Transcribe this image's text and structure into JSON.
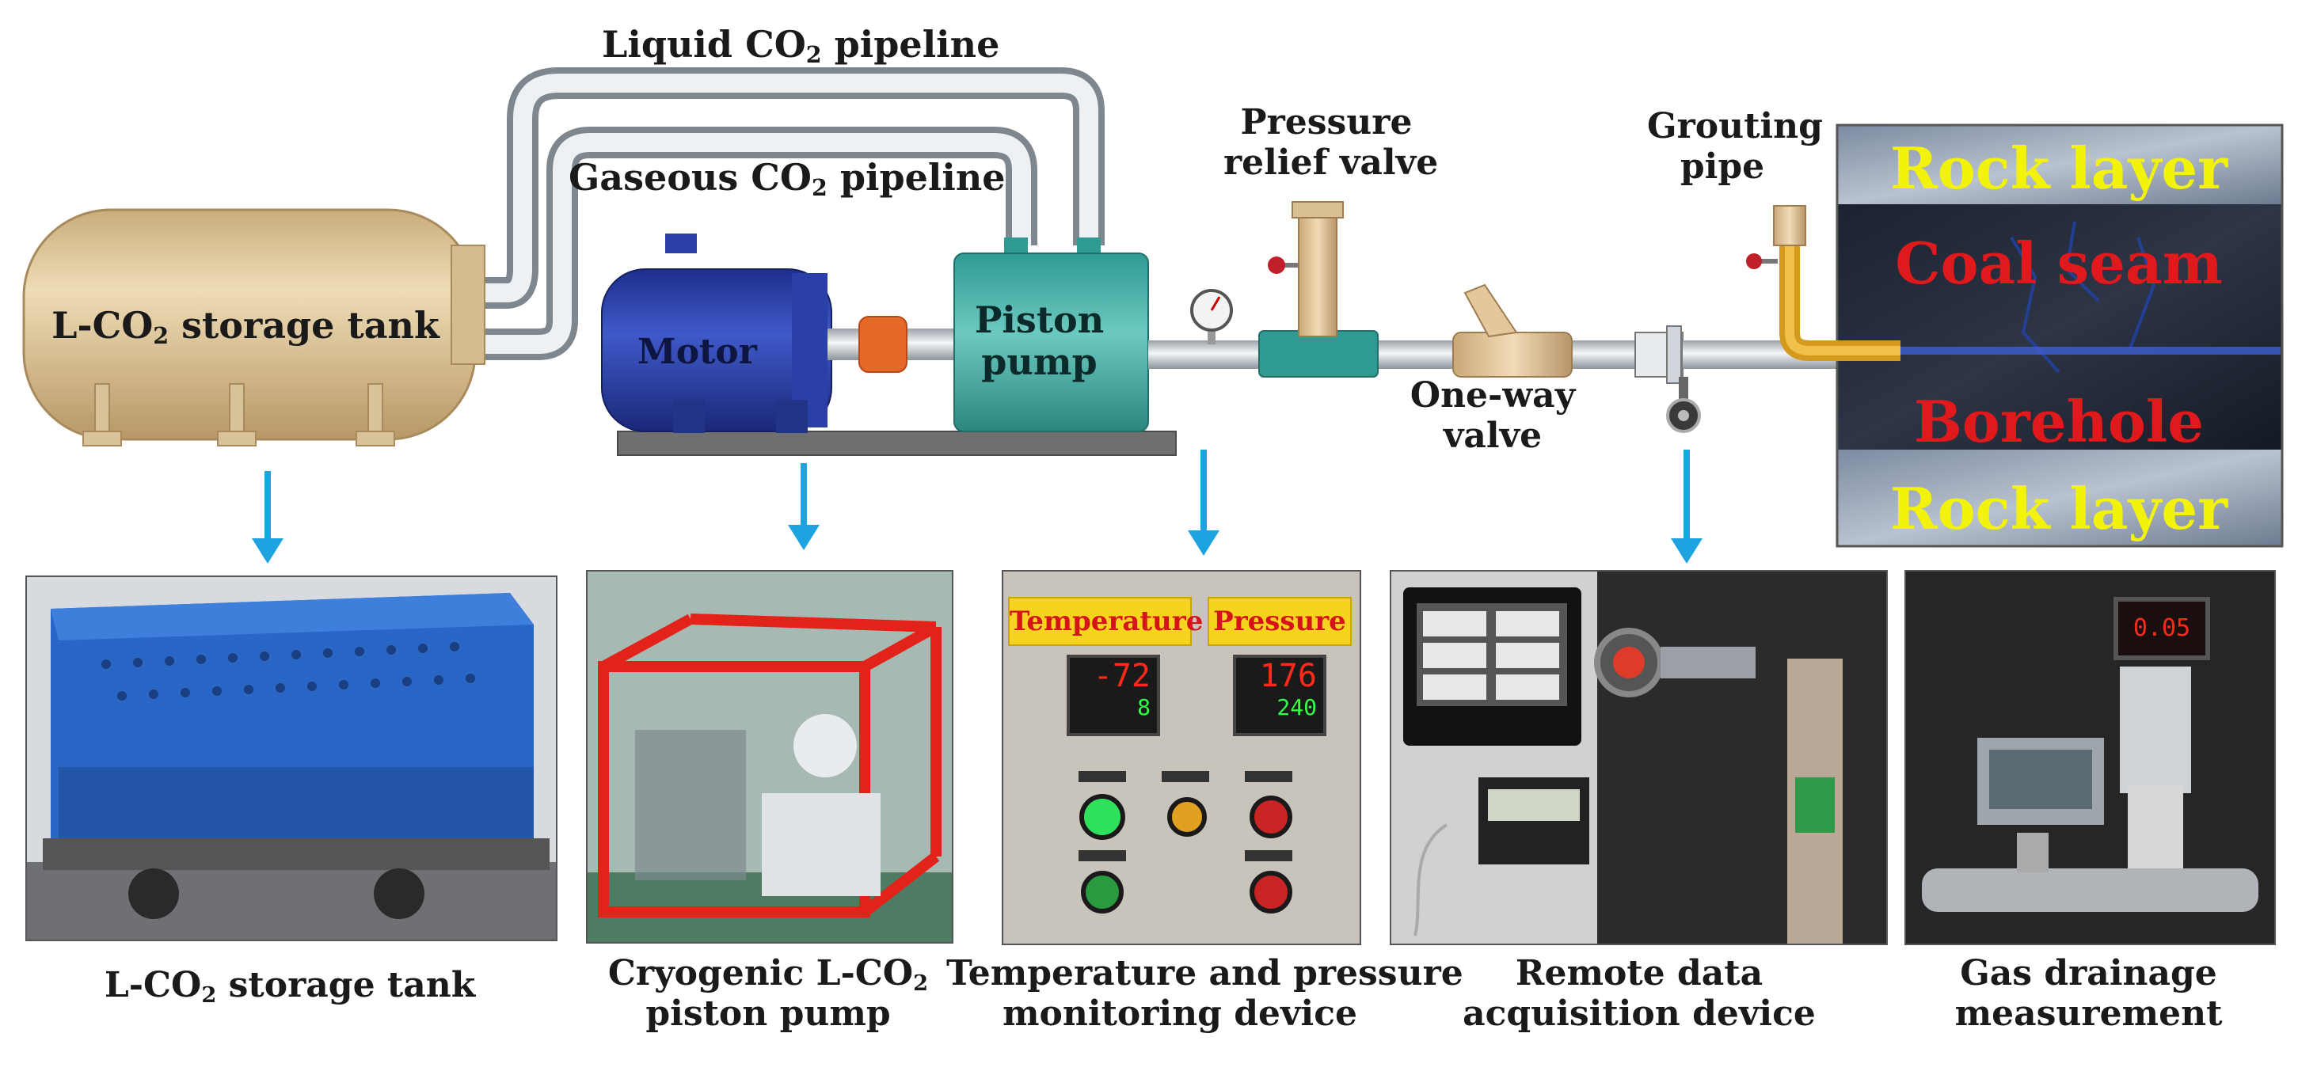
{
  "labels": {
    "liquid_pipeline_pre": "Liquid CO",
    "liquid_pipeline_sub": "2",
    "liquid_pipeline_post": " pipeline",
    "gaseous_pipeline_pre": "Gaseous CO",
    "gaseous_pipeline_sub": "2",
    "gaseous_pipeline_post": " pipeline",
    "tank_pre": "L-CO",
    "tank_sub": "2",
    "tank_post": " storage tank",
    "motor": "Motor",
    "piston_pump_1": "Piston",
    "piston_pump_2": "pump",
    "pressure_relief_1": "Pressure",
    "pressure_relief_2": "relief valve",
    "one_way_1": "One-way",
    "one_way_2": "valve",
    "grouting_1": "Grouting",
    "grouting_2": "pipe"
  },
  "strata": {
    "rock_top": "Rock layer",
    "coal_seam": "Coal seam",
    "borehole": "Borehole",
    "rock_bottom": "Rock layer"
  },
  "captions": {
    "storage_tank_pre": "L-CO",
    "storage_tank_sub": "2",
    "storage_tank_post": " storage tank",
    "pump_line1_pre": "Cryogenic L-CO",
    "pump_line1_sub": "2",
    "pump_line2": "piston pump",
    "monitor_line1": "Temperature and pressure",
    "monitor_line2": "monitoring device",
    "remote_line1": "Remote data",
    "remote_line2": "acquisition device",
    "gas_line1": "Gas drainage",
    "gas_line2": "measurement"
  },
  "monitor_panel": {
    "temperature_label": "Temperature",
    "pressure_label": "Pressure",
    "temp_reading": "-72",
    "temp_set": "8",
    "pressure_reading": "176",
    "pressure_set": "240"
  },
  "gas_meter": {
    "reading": "0.05"
  },
  "colors": {
    "arrow": "#1ca3e0",
    "stratum_red": "#e0191c",
    "stratum_yellow": "#f2f20a",
    "tank": "#d9c39a",
    "pump": "#49b3ab",
    "motor": "#2a3fa8"
  }
}
